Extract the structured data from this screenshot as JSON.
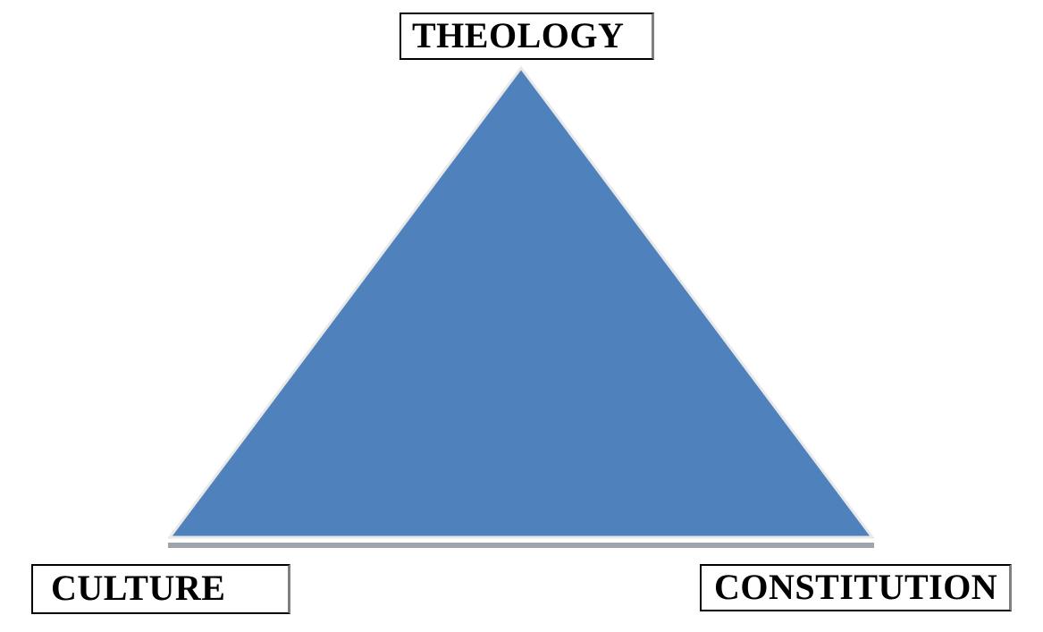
{
  "nodes": {
    "top": {
      "label": "THEOLOGY"
    },
    "bottom_left": {
      "label": "CULTURE"
    },
    "bottom_right": {
      "label": "CONSTITUTION"
    }
  },
  "colors": {
    "triangle_fill": "#4F81BD",
    "triangle_outline": "#E9E9E9",
    "triangle_base_shadow": "#9EA4AC",
    "box_border": "#000000",
    "box_border_right_shadow": "#808080",
    "box_background": "#FFFFFF",
    "label_text": "#000000",
    "page_background": "#FFFFFF"
  }
}
